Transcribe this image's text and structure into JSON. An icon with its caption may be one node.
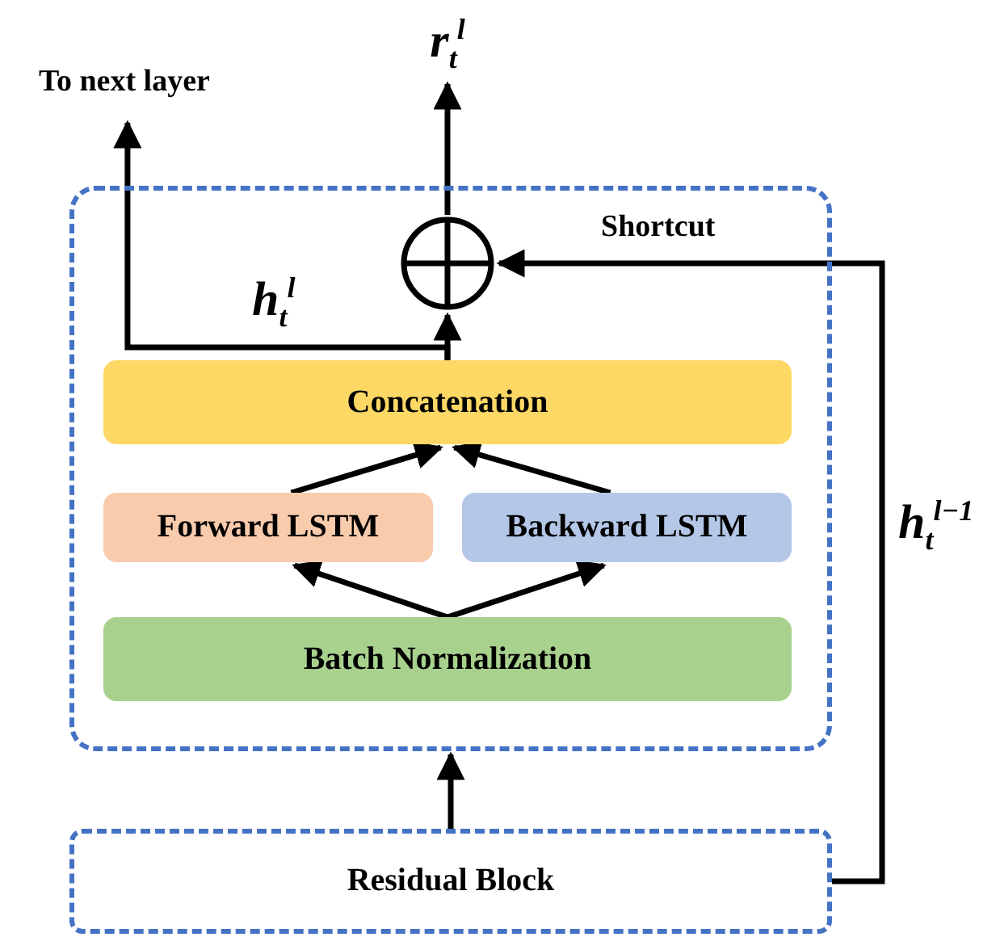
{
  "diagram": {
    "nodes": [
      {
        "text": [],
        "shape": "box"
      },
      {
        "text": [
          "Concatenation"
        ],
        "in": 0
      },
      {
        "text": [
          "Forward LSTM"
        ],
        "in": 0
      },
      {
        "text": [
          "Backward LSTM"
        ],
        "in": 0
      },
      {
        "text": [
          "Batch Normalization"
        ],
        "in": 0
      },
      {
        "text": [],
        "shape": "circle",
        "in": 0
      },
      {
        "text": [
          "To next layer"
        ]
      },
      {
        "text": [
          "r$_{t}$$^{l}$"
        ]
      },
      {
        "text": [
          "Residual Block"
        ]
      }
    ],
    "edges": [
      {
        "from": 4,
        "to": 2,
        "arrow": "to"
      },
      {
        "from": 4,
        "to": 3,
        "arrow": "to"
      },
      {
        "from": 2,
        "to": 1,
        "arrow": "to"
      },
      {
        "from": 3,
        "to": 1,
        "arrow": "to"
      },
      {
        "from": 1,
        "to": 5,
        "arrow": "to"
      },
      {
        "from": 1,
        "to": 6,
        "arrow": "to",
        "label": "h$_{t}$$^{l}$"
      },
      {
        "from": 5,
        "to": 7,
        "arrow": "to"
      },
      {
        "from": 8,
        "to": 0,
        "arrow": "to"
      },
      {
        "from": 8,
        "to": 5,
        "arrow": "to",
        "label": "Shortcut"
      }
    ],
    "labels": [
      "h$_{t}$$^{l−1}$"
    ]
  }
}
